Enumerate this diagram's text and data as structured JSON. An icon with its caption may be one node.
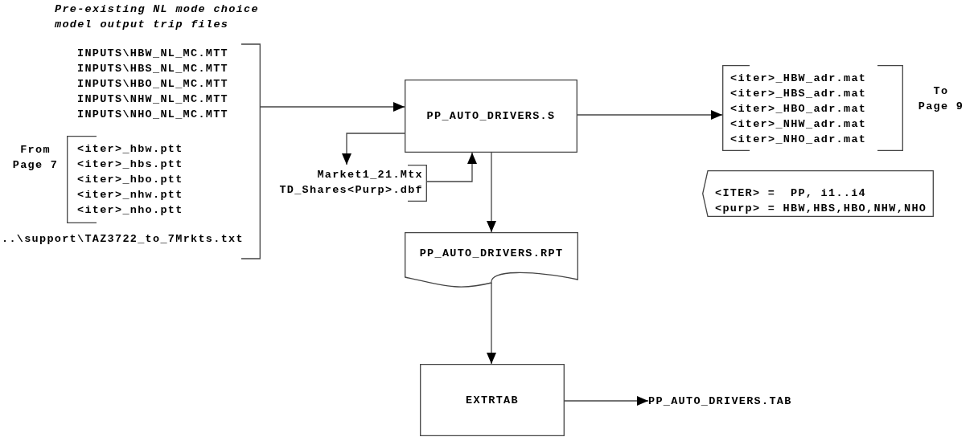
{
  "diagram": {
    "nodes": [
      {
        "text": [
          "Pre-existing NL mode choice model output trip files",
          "INPUTS\\HBW_NL_MC.MTT",
          "INPUTS\\HBS_NL_MC.MTT",
          "INPUTS\\HBO_NL_MC.MTT",
          "INPUTS\\NHW_NL_MC.MTT",
          "INPUTS\\NHO_NL_MC.MTT",
          "..\\support\\TAZ3722_to_7Mrkts.txt"
        ]
      },
      {
        "text": [
          "<iter>_hbw.ptt",
          "<iter>_hbs.ptt",
          "<iter>_hbo.ptt",
          "<iter>_nhw.ptt",
          "<iter>_nho.ptt"
        ],
        "in": 0,
        "beside": [
          "From Page 7"
        ]
      },
      {
        "text": [
          "PP_AUTO_DRIVERS.S"
        ]
      },
      {
        "text": [
          "Market1_21.Mtx",
          "TD_Shares<Purp>.dbf"
        ]
      },
      {
        "text": [
          "<iter>_HBW_adr.mat",
          "<iter>_HBS_adr.mat",
          "<iter>_HBO_adr.mat",
          "<iter>_NHW_adr.mat",
          "<iter>_NHO_adr.mat"
        ],
        "beside": [
          "To Page 9"
        ]
      },
      {
        "text": [
          "<ITER> =  PP, i1..i4",
          "<purp> = HBW,HBS,HBO,NHW,NHO"
        ]
      },
      {
        "text": [
          "PP_AUTO_DRIVERS.RPT"
        ]
      },
      {
        "text": [
          "EXTRTAB"
        ]
      },
      {
        "text": [
          "PP_AUTO_DRIVERS.TAB"
        ]
      }
    ],
    "edges": [
      {
        "from": 0,
        "to": 2,
        "arrow": "to"
      },
      {
        "from": 2,
        "to": 3,
        "arrow": "to"
      },
      {
        "from": 3,
        "to": 2,
        "arrow": "to"
      },
      {
        "from": 2,
        "to": 4,
        "arrow": "to"
      },
      {
        "from": 2,
        "to": 6,
        "arrow": "to"
      },
      {
        "from": 6,
        "to": 7,
        "arrow": "to"
      },
      {
        "from": 7,
        "to": 8,
        "arrow": "to"
      }
    ]
  }
}
